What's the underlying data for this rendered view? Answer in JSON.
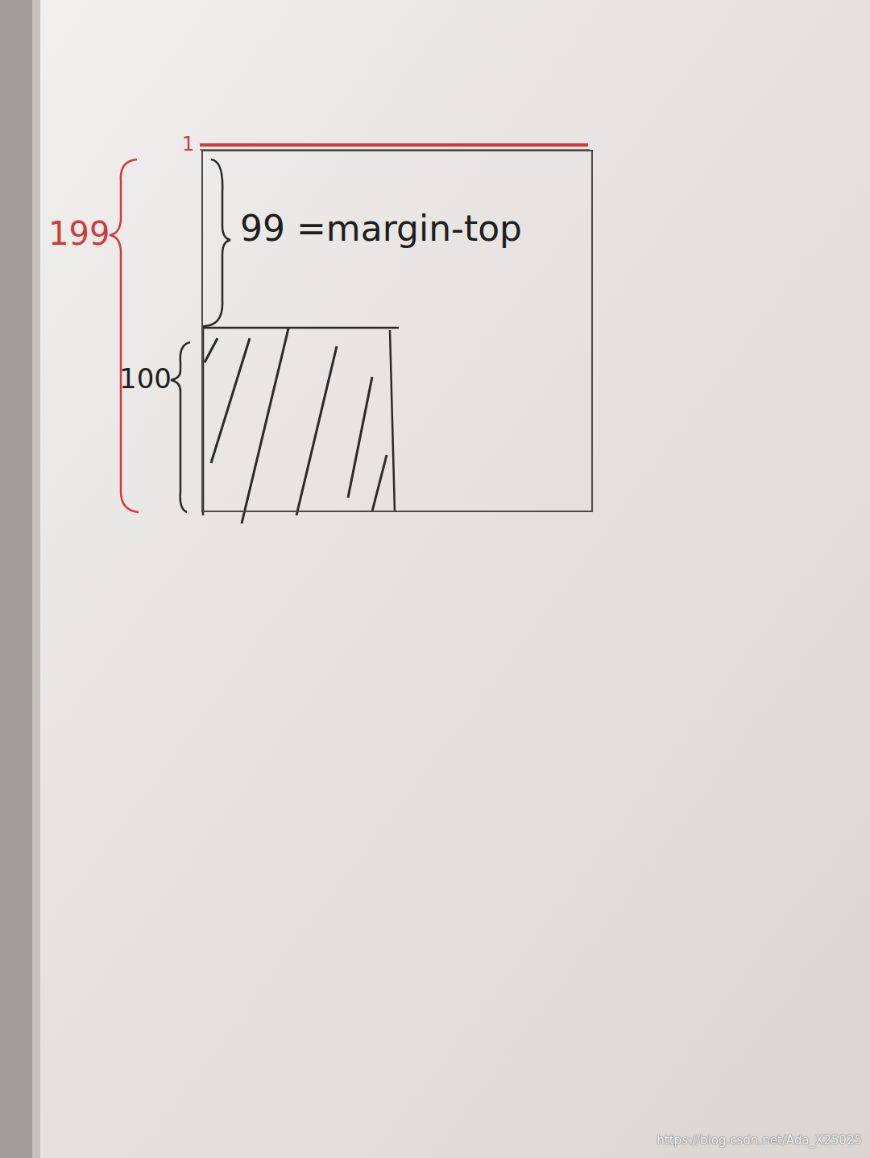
{
  "diagram": {
    "nodes": [
      {
        "text": [
          "99 =margin-top"
        ]
      }
    ],
    "labels": [
      "1",
      "199",
      "100",
      "https://blog.csdn.net/Ada_X25025"
    ]
  }
}
